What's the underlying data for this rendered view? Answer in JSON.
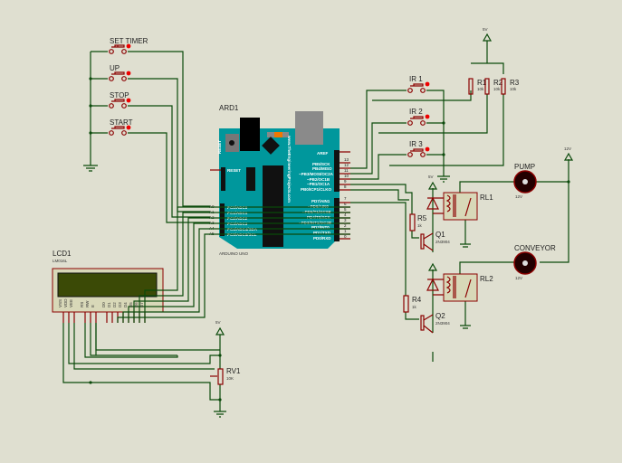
{
  "buttons": {
    "set_timer": "SET TIMER",
    "up": "UP",
    "stop": "STOP",
    "start": "START"
  },
  "arduino": {
    "ref": "ARD1",
    "type": "ARDUINO UNO",
    "url": "www.TheEngineeringProjects.com",
    "brand": "Arduino",
    "aref": "AREF",
    "reset": "RESET",
    "analog_pins": [
      "A0",
      "A1",
      "A2",
      "A3",
      "A4",
      "A5"
    ],
    "analog_labels": [
      "PC0/ADC0",
      "PC1/ADC1",
      "PC2/ADC2",
      "PC3/ADC3",
      "PC4/ADC4/SDA",
      "PC5/ADC5/SCL"
    ],
    "digital_hi_pins": [
      "13",
      "12",
      "11",
      "10",
      "9",
      "8"
    ],
    "digital_hi_labels": [
      "PB5/SCK",
      "PB4/MISO",
      "~PB3/MOSI/OC2A",
      "~PB2/OC1B",
      "~PB1/OC1A",
      "PB0/ICP1/CLKO"
    ],
    "digital_lo_pins": [
      "7",
      "6",
      "5",
      "4",
      "3",
      "2",
      "1",
      "0"
    ],
    "digital_lo_labels": [
      "PD7/AIN1",
      "~PD6/AIN0",
      "~PD5/T1/OC0B",
      "PD4/T0/XCK",
      "~PD3/INT1/OC2B",
      "PD2/INT0",
      "PD1/TXD",
      "PD0/RXD"
    ]
  },
  "sensors": {
    "ir1": "IR 1",
    "ir2": "IR 2",
    "ir3": "IR 3"
  },
  "resistors": {
    "r1": "R1",
    "r2": "R2",
    "r3": "R3",
    "r4": "R4",
    "r5": "R5",
    "r1_val": "10k",
    "r2_val": "10k",
    "r3_val": "10k",
    "r4_val": "1k",
    "r5_val": "1k"
  },
  "power": {
    "v5": "5V",
    "v12": "12V"
  },
  "relays": {
    "rl1": "RL1",
    "rl2": "RL2",
    "rl_val": "12V"
  },
  "transistors": {
    "q1": "Q1",
    "q2": "Q2",
    "model": "2N3904"
  },
  "motors": {
    "pump": "PUMP",
    "conveyor": "CONVEYOR",
    "voltage": "12V"
  },
  "lcd": {
    "ref": "LCD1",
    "model": "LM016L",
    "pins": [
      "VSS",
      "VDD",
      "VEE",
      "RS",
      "RW",
      "E",
      "D0",
      "D1",
      "D2",
      "D3",
      "D4",
      "D5",
      "D6",
      "D7"
    ]
  },
  "pot": {
    "ref": "RV1",
    "value": "10K"
  },
  "colors": {
    "wire": "#0b4a0b",
    "component": "#8b0000",
    "board": "#00979c",
    "lcd_screen": "#3b4a06",
    "background": "#dfdfd0"
  }
}
